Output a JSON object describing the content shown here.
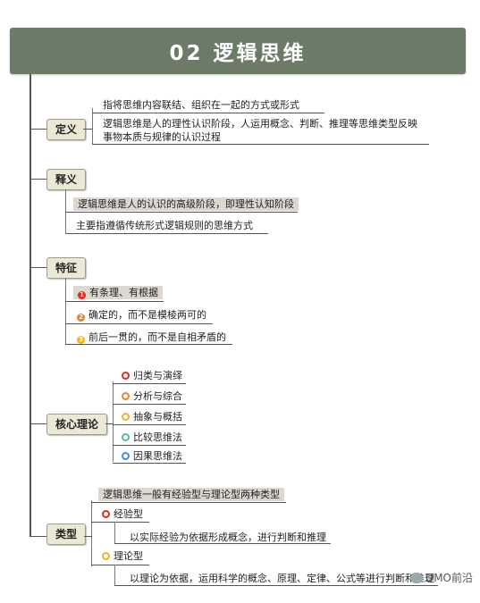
{
  "title": "02 逻辑思维",
  "colors": {
    "title_bg": "#6b7b68",
    "node_bg": "#ebe8d6",
    "highlight_bg": "#dcd8d0",
    "red": "#d6301f",
    "orange": "#e9822d",
    "yellow": "#f0b321",
    "green": "#4cbf8b",
    "blue": "#3f90d8"
  },
  "sections": {
    "definition": {
      "label": "定义",
      "items": [
        "指将思维内容联结、组织在一起的方式或形式",
        "逻辑思维是人的理性认识阶段，人运用概念、判断、推理等思维类型反映事物本质与规律的认识过程"
      ]
    },
    "interpretation": {
      "label": "释义",
      "items": [
        "逻辑思维是人的认识的高级阶段，即理性认知阶段",
        "主要指遵循传统形式逻辑规则的思维方式"
      ]
    },
    "features": {
      "label": "特征",
      "items": [
        {
          "num": "1",
          "text": "有条理、有根据",
          "icon": "number-1-icon"
        },
        {
          "num": "2",
          "text": "确定的，而不是模棱两可的",
          "icon": "number-2-icon"
        },
        {
          "num": "3",
          "text": "前后一贯的，而不是自相矛盾的",
          "icon": "number-3-icon"
        }
      ]
    },
    "core_theory": {
      "label": "核心理论",
      "items": [
        {
          "text": "归类与演绎",
          "icon": "red-circle-icon"
        },
        {
          "text": "分析与综合",
          "icon": "orange-circle-icon"
        },
        {
          "text": "抽象与概括",
          "icon": "yellow-circle-icon"
        },
        {
          "text": "比较思维法",
          "icon": "green-circle-icon"
        },
        {
          "text": "因果思维法",
          "icon": "blue-circle-icon"
        }
      ]
    },
    "types": {
      "label": "类型",
      "intro": "逻辑思维一般有经验型与理论型两种类型",
      "empirical": {
        "label": "经验型",
        "desc": "以实际经验为依据形成概念，进行判断和推理",
        "icon": "red-flag-icon"
      },
      "theoretical": {
        "label": "理论型",
        "desc": "以理论为依据，运用科学的概念、原理、定律、公式等进行判断和推理",
        "icon": "yellow-flag-icon"
      }
    }
  },
  "watermark": "DMO前沿"
}
